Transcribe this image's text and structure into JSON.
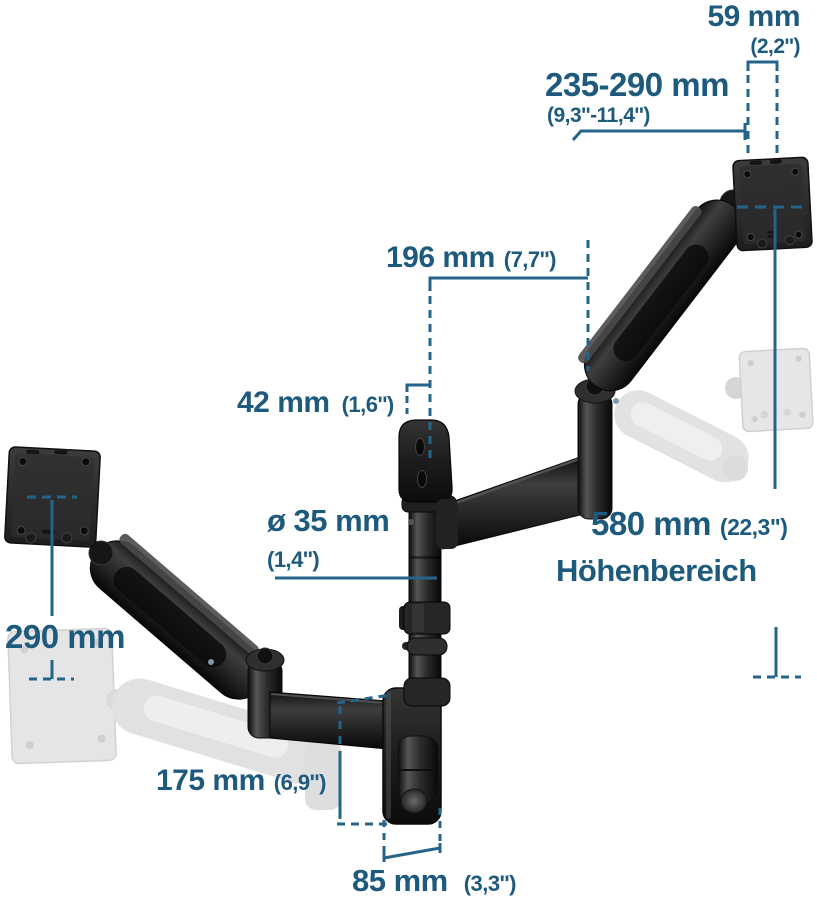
{
  "page": {
    "background": "#ffffff"
  },
  "colors": {
    "accent_text": "#1d5a7d",
    "dimension_line": "#24648a",
    "arm_dark": "#1a1a1a",
    "ghost_gray": "#e2e2e2"
  },
  "measurements": {
    "top_offset": {
      "mm": "59 mm",
      "inch": "(2,2'')"
    },
    "upper_arm_reach": {
      "mm": "235-290 mm",
      "inch": "(9,3''-11,4'')"
    },
    "lower_arm_reach": {
      "mm": "196 mm",
      "inch": "(7,7'')"
    },
    "top_bracket_width": {
      "mm": "42 mm",
      "inch": "(1,6'')"
    },
    "pole_diameter": {
      "mm": "ø 35 mm",
      "inch": "(1,4'')"
    },
    "height_range": {
      "mm": "580 mm",
      "inch": "(22,3\")",
      "caption": "Höhenbereich"
    },
    "vesa_drop": {
      "mm": "290 mm"
    },
    "wall_plate_height": {
      "mm": "175 mm",
      "inch": "(6,9'')"
    },
    "wall_plate_width": {
      "mm": "85 mm",
      "inch": "(3,3'')"
    }
  }
}
